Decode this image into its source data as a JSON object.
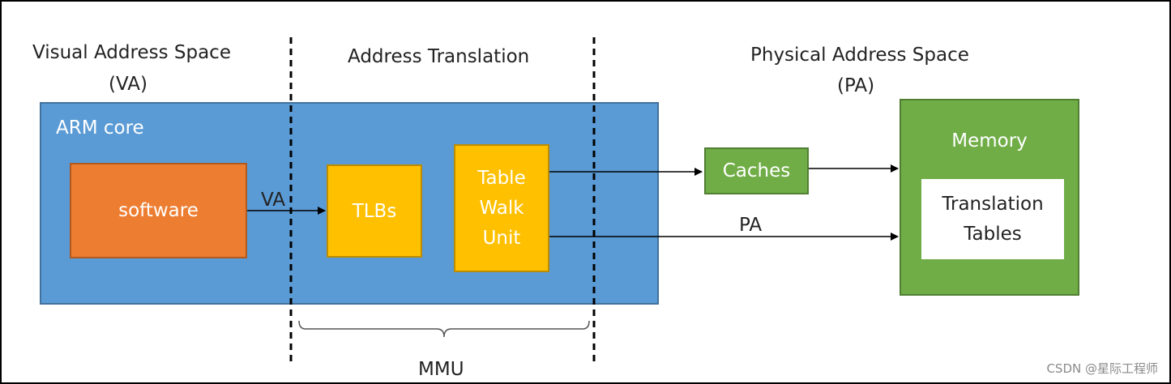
{
  "headings": {
    "va_space_line1": "Visual Address Space",
    "va_space_line2": "(VA)",
    "translation": "Address Translation",
    "pa_space_line1": "Physical Address Space",
    "pa_space_line2": "(PA)"
  },
  "arm_core": {
    "label": "ARM core"
  },
  "software": {
    "label": "software"
  },
  "tlbs": {
    "label": "TLBs"
  },
  "table_walk": {
    "line1": "Table",
    "line2": "Walk",
    "line3": "Unit"
  },
  "caches": {
    "label": "Caches"
  },
  "memory": {
    "label": "Memory"
  },
  "translation_tables": {
    "line1": "Translation",
    "line2": "Tables"
  },
  "edges": {
    "va_label": "VA",
    "pa_label": "PA"
  },
  "mmu": {
    "label": "MMU"
  },
  "watermark": "CSDN @星际工程师",
  "colors": {
    "arm_core_fill": "#5b9bd5",
    "arm_core_border": "#41719c",
    "software_fill": "#ed7d31",
    "software_border": "#ae5a21",
    "unit_fill": "#ffc000",
    "unit_border": "#bc8c00",
    "green_fill": "#70ad47",
    "green_border": "#507e32"
  }
}
